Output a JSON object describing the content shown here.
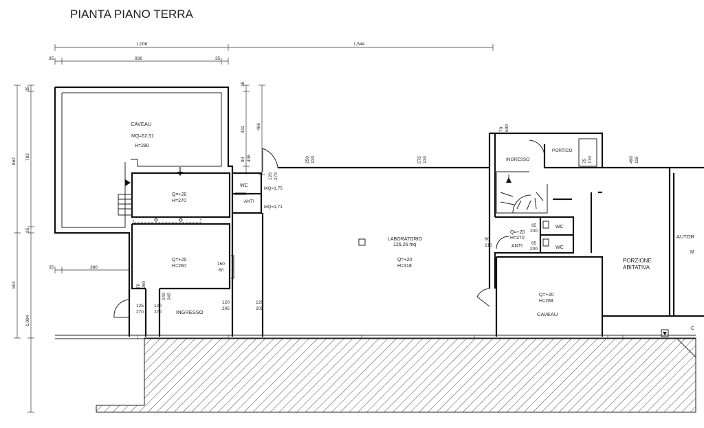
{
  "title": "PIANTA PIANO TERRA",
  "rooms": {
    "caveau_top": {
      "name": "CAVEAU",
      "area": "MQ=52,51",
      "height": "H=280"
    },
    "room_a": {
      "level": "Q=+20",
      "height": "H=270"
    },
    "room_b": {
      "level": "Q=+20",
      "height": "H=260"
    },
    "ingresso_left": {
      "name": "INGRESSO"
    },
    "wc_left": {
      "name": "WC",
      "area": "MQ=1,75"
    },
    "anti_left": {
      "name": "ANTI",
      "area": "MQ=1,71"
    },
    "laboratorio": {
      "name": "LABORATORIO",
      "area": "126,26 mq",
      "level": "Q=+20",
      "height": "H=318"
    },
    "ingresso_right": {
      "name": "INGRESSO"
    },
    "portico": {
      "name": "PORTICO"
    },
    "service": {
      "level": "Q=+20",
      "height": "H=270",
      "anti": "ANTI",
      "wc1": "WC",
      "wc2": "WC"
    },
    "caveau_right": {
      "name": "CAVEAU",
      "level": "Q=+20",
      "height": "H=268"
    },
    "porzione": {
      "line1": "PORZIONE",
      "line2": "ABITATIVA"
    },
    "autor": {
      "name": "AUTOR",
      "sub": "M"
    },
    "edge_c": "C"
  },
  "dimensions": {
    "top_1006": "1,006",
    "top_1544": "1,544",
    "d35a": "35",
    "d936": "936",
    "d35b": "35",
    "d35c": "35",
    "d431": "431",
    "d466": "466",
    "d862": "862",
    "d792": "792",
    "d35d": "35",
    "d35e": "35",
    "d604": "604",
    "d1004": "1,004",
    "d380": "380",
    "d35f": "35",
    "d90_a": "90",
    "d405": "405",
    "d120_270a": "120",
    "d120_270b": "270",
    "d250": "250",
    "d120a": "120",
    "d575": "575",
    "d120b": "120",
    "d70": "70",
    "d600": "600",
    "d75": "75",
    "d170": "170",
    "d490": "490",
    "d115": "115",
    "d160": "160",
    "d60": "60",
    "d70b": "70",
    "d260": "260",
    "d140": "140",
    "d245": "245",
    "d125": "125",
    "d270a": "270",
    "d120c": "120",
    "d270b": "270",
    "d120d": "120",
    "d205a": "205",
    "d120e": "120",
    "d205b": "205",
    "d65a": "65",
    "d200a": "200",
    "d65b": "65",
    "d200b": "200",
    "d80": "80",
    "d210": "210"
  }
}
